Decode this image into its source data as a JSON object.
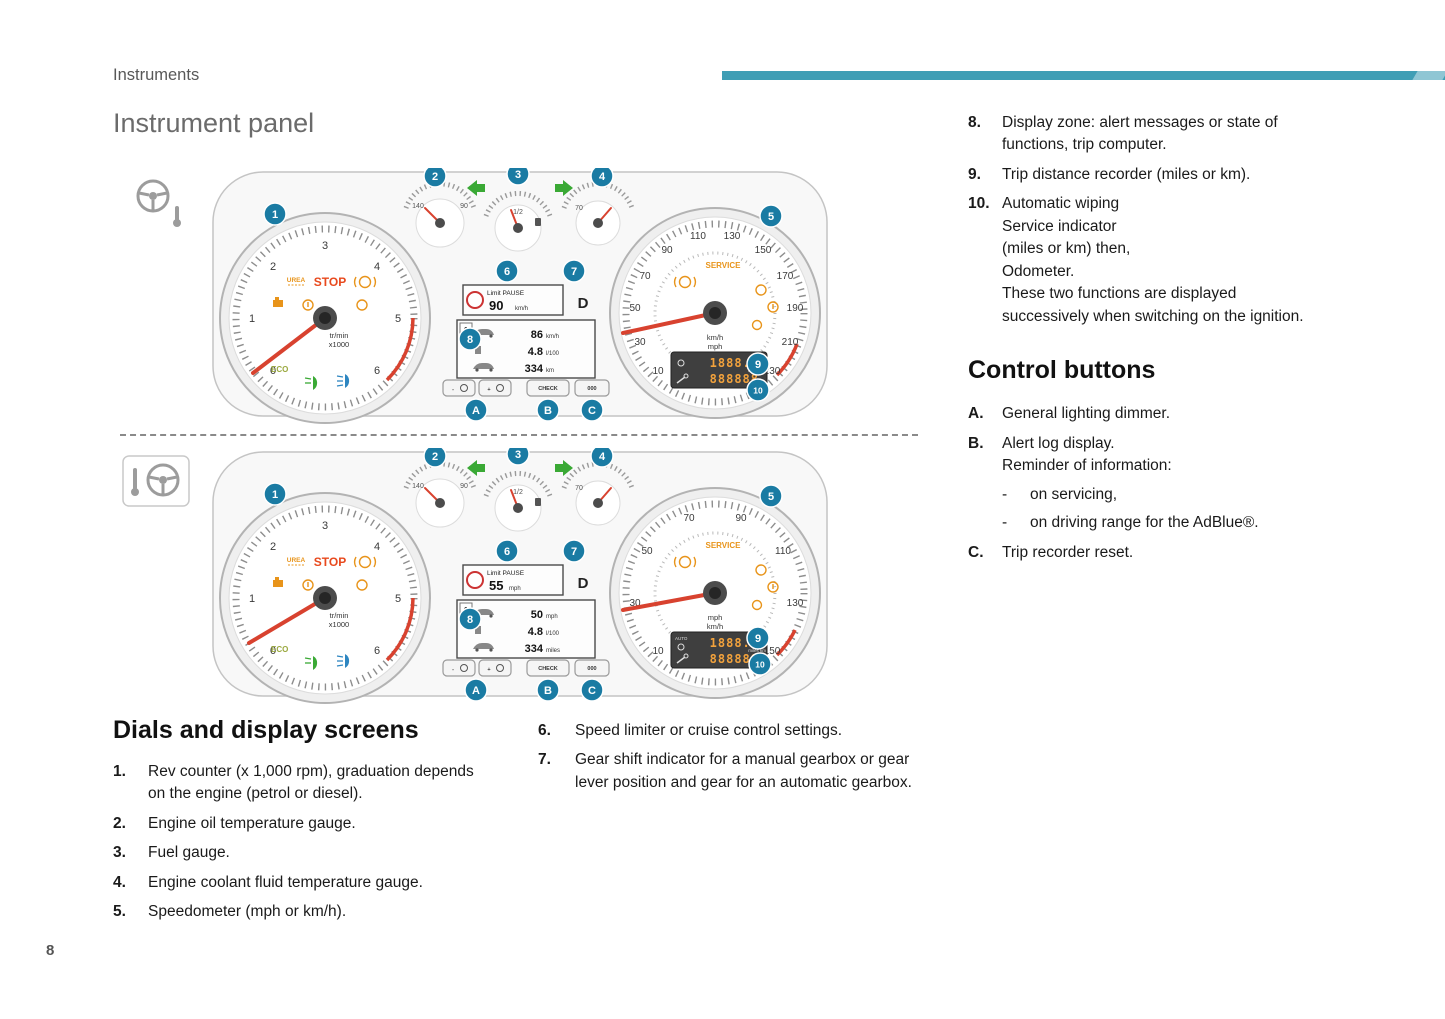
{
  "page": {
    "header": "Instruments",
    "title": "Instrument panel",
    "page_number": "8",
    "accent_color": "#3f9eb5",
    "badge_color": "#1a7ba3"
  },
  "callouts": {
    "n1": "1",
    "n2": "2",
    "n3": "3",
    "n4": "4",
    "n5": "5",
    "n6": "6",
    "n7": "7",
    "n8": "8",
    "n9": "9",
    "n10": "10",
    "a": "A",
    "b": "B",
    "c": "C"
  },
  "cluster_top": {
    "rev": {
      "labels": [
        "0",
        "1",
        "2",
        "3",
        "4",
        "5",
        "6"
      ],
      "unit1": "tr/min",
      "unit2": "x1000",
      "stop": "STOP",
      "urea": "UREA",
      "eco": "ECO"
    },
    "gauges": {
      "oil_left": "140",
      "oil_right": "90",
      "fuel": "1/2",
      "coolant": "70"
    },
    "speedo": {
      "labels": [
        "10",
        "30",
        "50",
        "70",
        "90",
        "110",
        "130",
        "150",
        "170",
        "190",
        "210",
        "230"
      ],
      "unit1": "km/h",
      "unit2": "mph",
      "service": "SERVICE"
    },
    "display": {
      "limit_title": "Limit PAUSE",
      "limit_value": "90",
      "limit_unit": "km/h",
      "gear": "D",
      "shift": "1",
      "speed": "86",
      "speed_unit": "km/h",
      "consumption": "4.8",
      "consumption_unit": "l/100",
      "distance": "334",
      "distance_unit": "km"
    },
    "odometer": {
      "row1": "1888.8",
      "row2": "888888",
      "unit": "miles km"
    },
    "buttons": {
      "minus": "-",
      "plus": "+",
      "check": "CHECK",
      "zeros": "000"
    }
  },
  "cluster_bottom": {
    "rev": {
      "labels": [
        "0",
        "1",
        "2",
        "3",
        "4",
        "5",
        "6"
      ],
      "unit1": "tr/min",
      "unit2": "x1000",
      "stop": "STOP",
      "urea": "UREA",
      "eco": "ECO"
    },
    "gauges": {
      "oil_left": "140",
      "oil_right": "90",
      "fuel": "1/2",
      "coolant": "70"
    },
    "speedo": {
      "labels": [
        "10",
        "30",
        "50",
        "70",
        "90",
        "110",
        "130",
        "150"
      ],
      "unit1": "mph",
      "unit2": "km/h",
      "service": "SERVICE"
    },
    "display": {
      "limit_title": "Limit PAUSE",
      "limit_value": "55",
      "limit_unit": "mph",
      "gear": "D",
      "shift": "1",
      "speed": "50",
      "speed_unit": "mph",
      "consumption": "4.8",
      "consumption_unit": "l/100",
      "distance": "334",
      "distance_unit": "miles"
    },
    "odometer": {
      "row1": "1888.8",
      "row2": "888888",
      "unit": "miles km",
      "auto": "AUTO"
    },
    "buttons": {
      "minus": "-",
      "plus": "+",
      "check": "CHECK",
      "zeros": "000"
    }
  },
  "sections": {
    "dials": {
      "heading": "Dials and display screens",
      "items": [
        {
          "num": "1.",
          "text": "Rev counter (x 1,000 rpm), graduation depends on the engine (petrol or diesel)."
        },
        {
          "num": "2.",
          "text": "Engine oil temperature gauge."
        },
        {
          "num": "3.",
          "text": "Fuel gauge."
        },
        {
          "num": "4.",
          "text": "Engine coolant fluid temperature gauge."
        },
        {
          "num": "5.",
          "text": "Speedometer (mph or km/h)."
        }
      ]
    },
    "mid": {
      "items": [
        {
          "num": "6.",
          "text": "Speed limiter or cruise control settings."
        },
        {
          "num": "7.",
          "text": "Gear shift indicator for a manual gearbox or gear lever position and gear for an automatic gearbox."
        }
      ]
    },
    "right": {
      "item8": {
        "num": "8.",
        "text": "Display zone: alert messages or state of functions, trip computer."
      },
      "item9": {
        "num": "9.",
        "text": "Trip distance recorder (miles or km)."
      },
      "item10": {
        "num": "10.",
        "lines": [
          "Automatic wiping",
          "Service indicator",
          "(miles or km) then,",
          "Odometer."
        ],
        "tail": "These two functions are displayed successively when switching on the ignition."
      },
      "control_heading": "Control buttons",
      "itemA": {
        "num": "A.",
        "text": "General lighting dimmer."
      },
      "itemB": {
        "num": "B.",
        "line1": "Alert log display.",
        "line2": "Reminder of information:",
        "sub1_dash": "-",
        "sub1_text": "on servicing,",
        "sub2_dash": "-",
        "sub2_text": "on driving range for the AdBlue®."
      },
      "itemC": {
        "num": "C.",
        "text": "Trip recorder reset."
      }
    }
  }
}
